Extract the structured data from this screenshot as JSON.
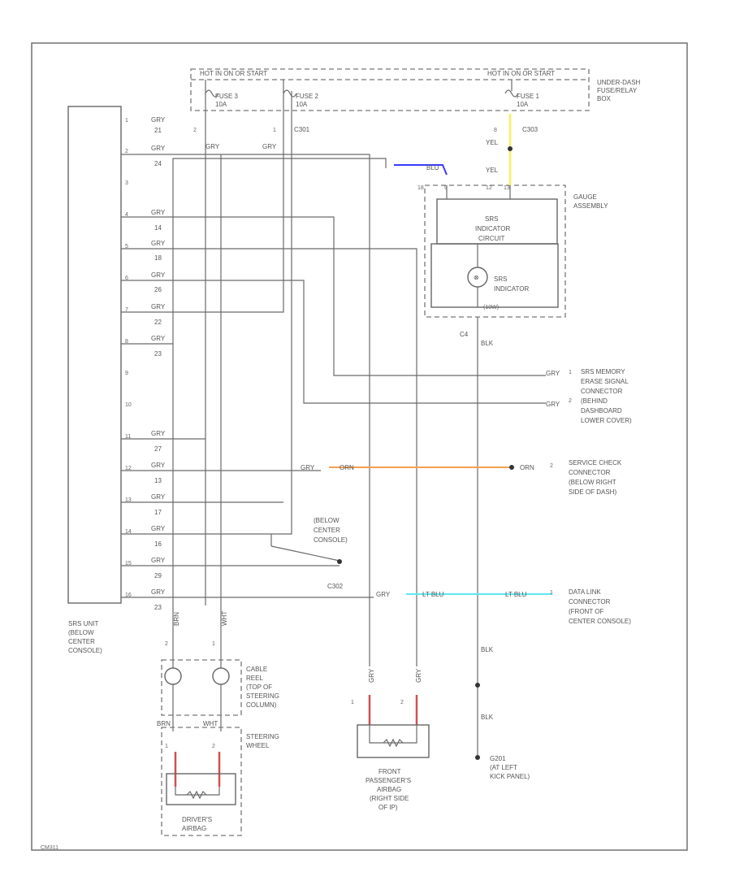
{
  "fuse_box": {
    "hot_label_1": "HOT IN ON OR START",
    "hot_label_2": "HOT IN ON OR START",
    "name": [
      "UNDER-DASH",
      "FUSE/RELAY",
      "BOX"
    ],
    "fuses": [
      {
        "name": "FUSE 3",
        "rating": "10A"
      },
      {
        "name": "FUSE 2",
        "rating": "10A"
      },
      {
        "name": "FUSE 1",
        "rating": "10A"
      }
    ],
    "connectors": [
      "C301",
      "C303"
    ],
    "pins": [
      "2",
      "1",
      "8"
    ]
  },
  "srs_unit": {
    "name": [
      "SRS UNIT",
      "(BELOW",
      "CENTER",
      "CONSOLE)"
    ],
    "rows": [
      {
        "pin": "1",
        "wire": "GRY",
        "circuit": "21"
      },
      {
        "pin": "2",
        "wire": "GRY",
        "circuit": "24"
      },
      {
        "pin": "3",
        "wire": "",
        "circuit": ""
      },
      {
        "pin": "4",
        "wire": "GRY",
        "circuit": "14"
      },
      {
        "pin": "5",
        "wire": "GRY",
        "circuit": "18"
      },
      {
        "pin": "6",
        "wire": "GRY",
        "circuit": "26"
      },
      {
        "pin": "7",
        "wire": "GRY",
        "circuit": "22"
      },
      {
        "pin": "8",
        "wire": "GRY",
        "circuit": "23"
      },
      {
        "pin": "9",
        "wire": "",
        "circuit": ""
      },
      {
        "pin": "10",
        "wire": "",
        "circuit": ""
      },
      {
        "pin": "11",
        "wire": "GRY",
        "circuit": "27"
      },
      {
        "pin": "12",
        "wire": "GRY",
        "circuit": "13"
      },
      {
        "pin": "13",
        "wire": "GRY",
        "circuit": "17"
      },
      {
        "pin": "14",
        "wire": "GRY",
        "circuit": "16"
      },
      {
        "pin": "15",
        "wire": "GRY",
        "circuit": "29"
      },
      {
        "pin": "16",
        "wire": "GRY",
        "circuit": "23"
      }
    ]
  },
  "gauge": {
    "name": [
      "GAUGE",
      "ASSEMBLY"
    ],
    "circuit": [
      "SRS",
      "INDICATOR",
      "CIRCUIT"
    ],
    "indicator": [
      "SRS",
      "INDICATOR"
    ],
    "note": "(10W)",
    "pins": [
      "18",
      "9",
      "12",
      "13"
    ],
    "connector": "C4"
  },
  "wires": {
    "yel": "YEL",
    "blu": "BLU",
    "gry": "GRY",
    "blk": "BLK",
    "orn": "ORN",
    "ltblu": "LT BLU",
    "brn": "BRN",
    "red": "RED",
    "wht": "WHT"
  },
  "memory_connector": {
    "name": [
      "SRS MEMORY",
      "ERASE SIGNAL",
      "CONNECTOR",
      "(BEHIND",
      "DASHBOARD",
      "LOWER COVER)"
    ],
    "pins": [
      "1",
      "2"
    ]
  },
  "service_check": {
    "name": [
      "SERVICE CHECK",
      "CONNECTOR",
      "(BELOW RIGHT",
      "SIDE OF DASH)"
    ],
    "pin": "2"
  },
  "below_console": {
    "name": [
      "(BELOW",
      "CENTER",
      "CONSOLE)"
    ]
  },
  "data_link": {
    "name": [
      "DATA LINK",
      "CONNECTOR",
      "(FRONT OF",
      "CENTER CONSOLE)"
    ],
    "connector": "C302",
    "pin": "1"
  },
  "cable_reel": {
    "name": [
      "CABLE",
      "REEL",
      "(TOP OF",
      "STEERING",
      "COLUMN)"
    ],
    "pins": [
      "2",
      "1"
    ]
  },
  "steering_wheel": {
    "name": [
      "STEERING",
      "WHEEL"
    ],
    "pins": [
      "1",
      "2"
    ]
  },
  "drivers_airbag": {
    "name": [
      "DRIVER'S",
      "AIRBAG"
    ]
  },
  "pass_airbag": {
    "name": [
      "FRONT",
      "PASSENGER'S",
      "AIRBAG",
      "(RIGHT SIDE",
      "OF IP)"
    ],
    "pins": [
      "1",
      "2"
    ]
  },
  "ground": {
    "name": [
      "G201",
      "(AT LEFT",
      "KICK PANEL)"
    ]
  },
  "page_code": "CM311",
  "colors": {
    "blue": "#3a3aff",
    "yellow": "#f5f07a",
    "orange": "#f5a050",
    "cyan": "#5ee8f0",
    "red": "#d05050"
  }
}
